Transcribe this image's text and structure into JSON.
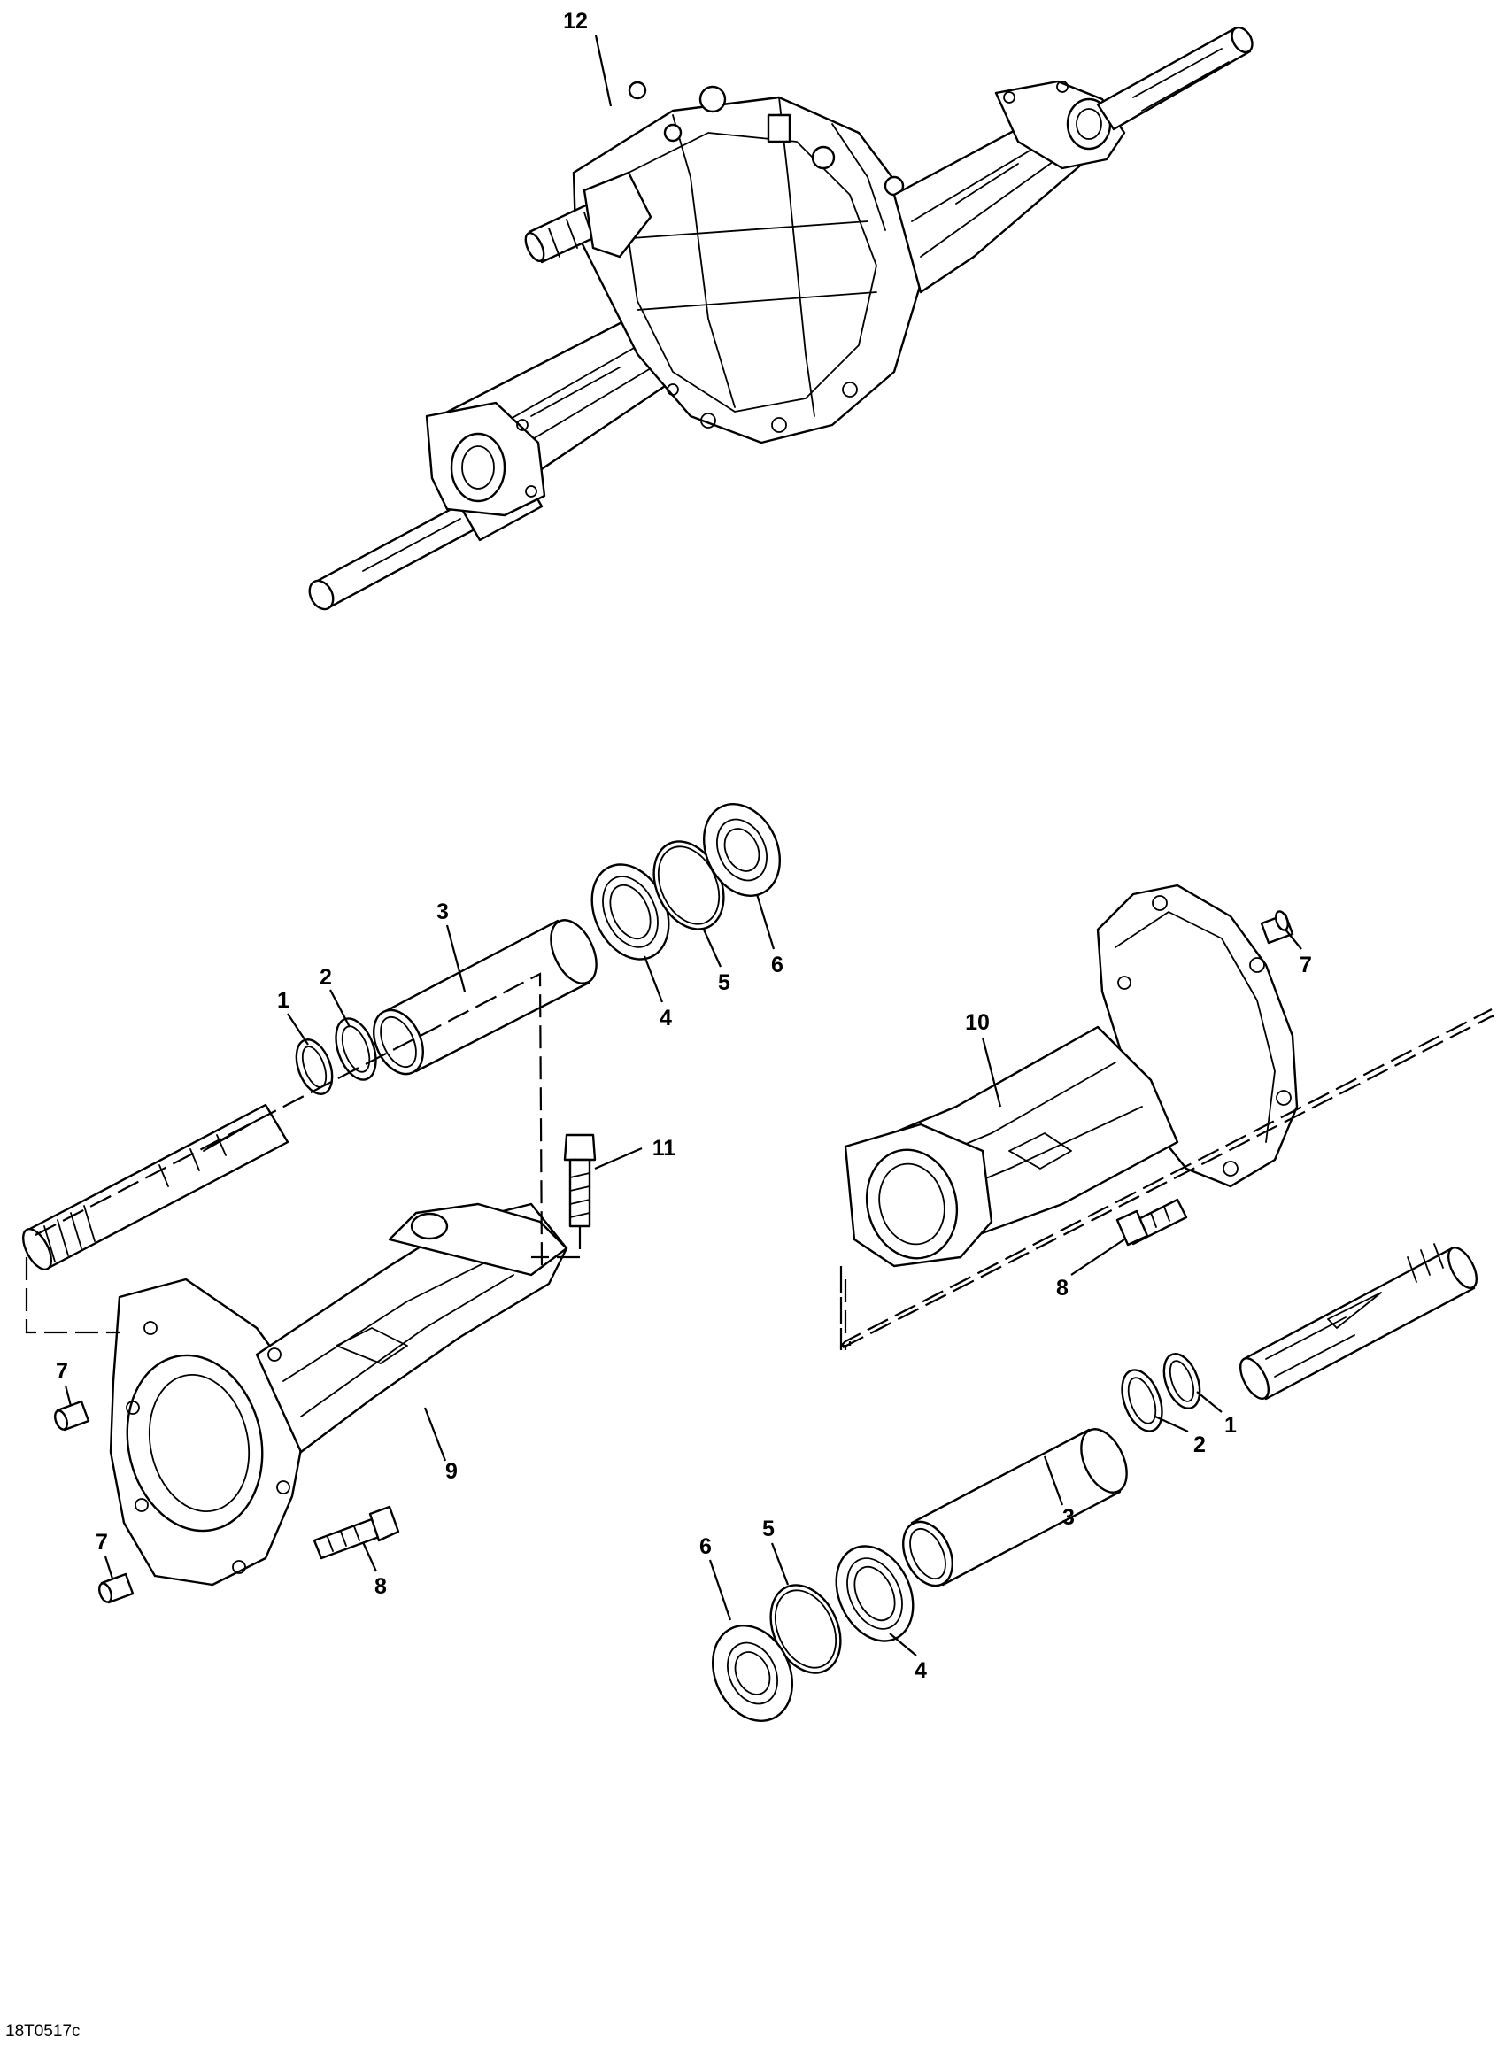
{
  "figure_ref": "18T0517c",
  "callouts": {
    "assembly": "12",
    "l1": "1",
    "l2": "2",
    "l3": "3",
    "l4": "4",
    "l5": "5",
    "l6": "6",
    "l7a": "7",
    "l7b": "7",
    "l8": "8",
    "l9": "9",
    "l11": "11",
    "r1": "1",
    "r2": "2",
    "r3": "3",
    "r4": "4",
    "r5": "5",
    "r6": "6",
    "r7": "7",
    "r8": "8",
    "r10": "10"
  }
}
